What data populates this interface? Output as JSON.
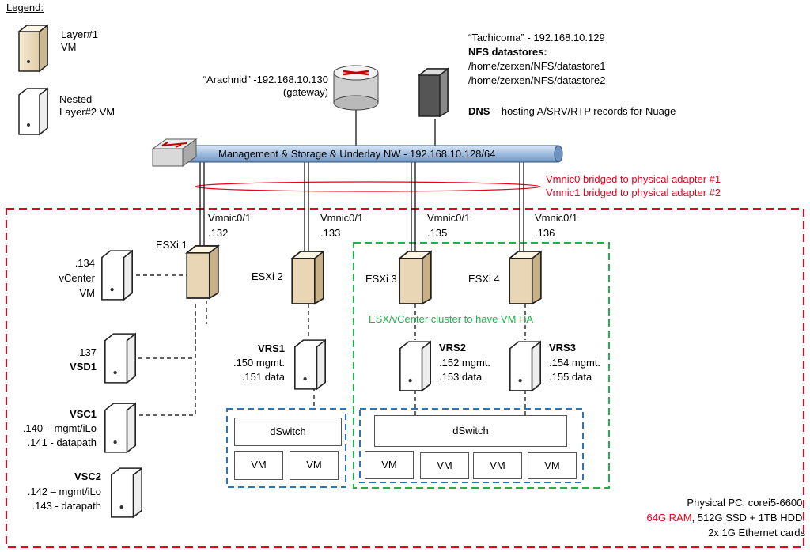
{
  "legend": {
    "title": "Legend:",
    "layer1_line1": "Layer#1",
    "layer1_line2": "VM",
    "nested_line1": "Nested",
    "nested_line2": "Layer#2 VM"
  },
  "gateway": {
    "name_ip": "“Arachnid” -192.168.10.130",
    "role": "(gateway)"
  },
  "storage_server": {
    "name_ip": "“Tachicoma” - 192.168.10.129",
    "nfs_title": "NFS datastores:",
    "nfs_path1": "/home/zerxen/NFS/datastore1",
    "nfs_path2": "/home/zerxen/NFS/datastore2",
    "dns_label": "DNS",
    "dns_text": " – hosting A/SRV/RTP records for Nuage"
  },
  "network": {
    "label": "Management & Storage & Underlay NW - 192.168.10.128/64",
    "bridge_note1": "Vmnic0 bridged to physical adapter #1",
    "bridge_note2": "Vmnic1 bridged to physical adapter #2",
    "colors": {
      "pipe": "#a9c4e3",
      "red_note": "#e8001c",
      "physical_box": "#e8001c",
      "cluster_box": "#22b14c",
      "dswitch_box": "#2e75b6"
    }
  },
  "hosts": [
    {
      "nic": "Vmnic0/1",
      "ip": ".132",
      "name": "ESXi 1"
    },
    {
      "nic": "Vmnic0/1",
      "ip": ".133",
      "name": "ESXi 2"
    },
    {
      "nic": "Vmnic0/1",
      "ip": ".135",
      "name": "ESXi 3"
    },
    {
      "nic": "Vmnic0/1",
      "ip": ".136",
      "name": "ESXi 4"
    }
  ],
  "vms": {
    "vcenter": {
      "ip": ".134",
      "name": "vCenter",
      "type": "VM"
    },
    "vsd1": {
      "ip": ".137",
      "name": "VSD1"
    },
    "vsc1": {
      "name": "VSC1",
      "mgmt": ".140 – mgmt/iLo",
      "data": ".141 - datapath"
    },
    "vsc2": {
      "name": "VSC2",
      "mgmt": ".142 – mgmt/iLo",
      "data": ".143 - datapath"
    },
    "vrs1": {
      "name": "VRS1",
      "mgmt": ".150 mgmt.",
      "data": ".151 data"
    },
    "vrs2": {
      "name": "VRS2",
      "mgmt": ".152 mgmt.",
      "data": ".153 data"
    },
    "vrs3": {
      "name": "VRS3",
      "mgmt": ".154 mgmt.",
      "data": ".155 data"
    }
  },
  "cluster_note": "ESX/vCenter cluster to have VM HA",
  "dswitch_label": "dSwitch",
  "vm_label": "VM",
  "physical_pc": {
    "line1": "Physical PC, corei5-6600,",
    "ram": "64G RAM",
    "line2_rest": ", 512G SSD + 1TB HDD,",
    "line3": "2x 1G Ethernet cards"
  }
}
